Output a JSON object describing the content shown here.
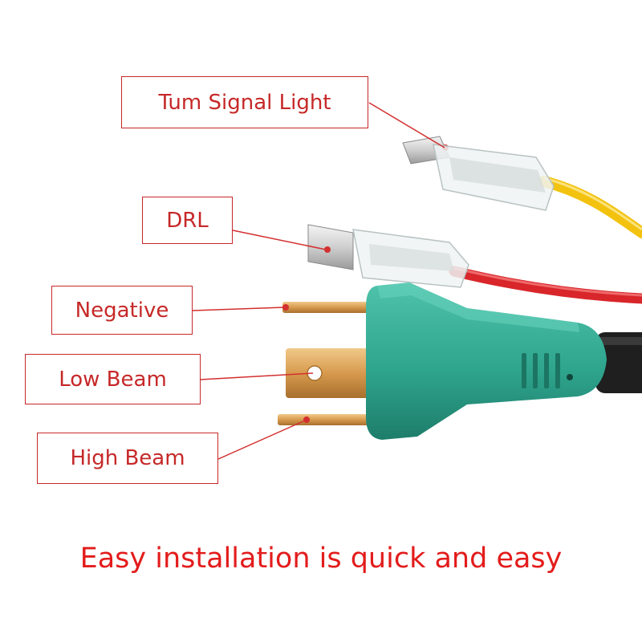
{
  "labels": {
    "turn_signal": "Tum Signal Light",
    "drl": "DRL",
    "negative": "Negative",
    "low_beam": "Low Beam",
    "high_beam": "High Beam"
  },
  "caption": "Easy installation is quick and easy",
  "colors": {
    "label_text": "#c62828",
    "label_border": "#c62828",
    "pointer": "#d32f2f",
    "caption": "#e31c1c",
    "plug_body": "#2fa58e",
    "wire_yellow": "#f2c20f",
    "wire_red": "#d8262b",
    "wire_black": "#1f1f1f",
    "brass": "#d79a4e"
  }
}
